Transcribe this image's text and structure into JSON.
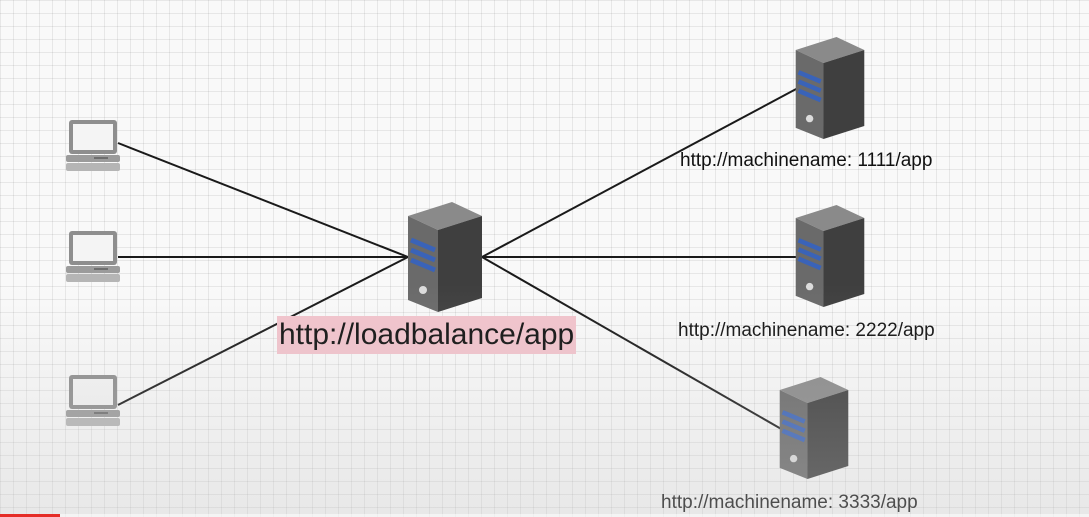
{
  "diagram": {
    "load_balancer": {
      "label": "http://loadbalance/app",
      "highlight_color": "#f2c4cc"
    },
    "servers": [
      {
        "label": "http://machinename: 1111/app"
      },
      {
        "label": "http://machinename: 2222/app"
      },
      {
        "label": "http://machinename: 3333/app"
      }
    ],
    "clients": [
      {
        "icon": "laptop-icon"
      },
      {
        "icon": "laptop-icon"
      },
      {
        "icon": "laptop-icon"
      }
    ],
    "colors": {
      "wire": "#1a1a1a",
      "server_body": "#555555",
      "server_stripe": "#3a63b8",
      "laptop": "#9a9a9a"
    }
  },
  "video": {
    "progress": 0.055,
    "progress_color": "#e52d27"
  }
}
